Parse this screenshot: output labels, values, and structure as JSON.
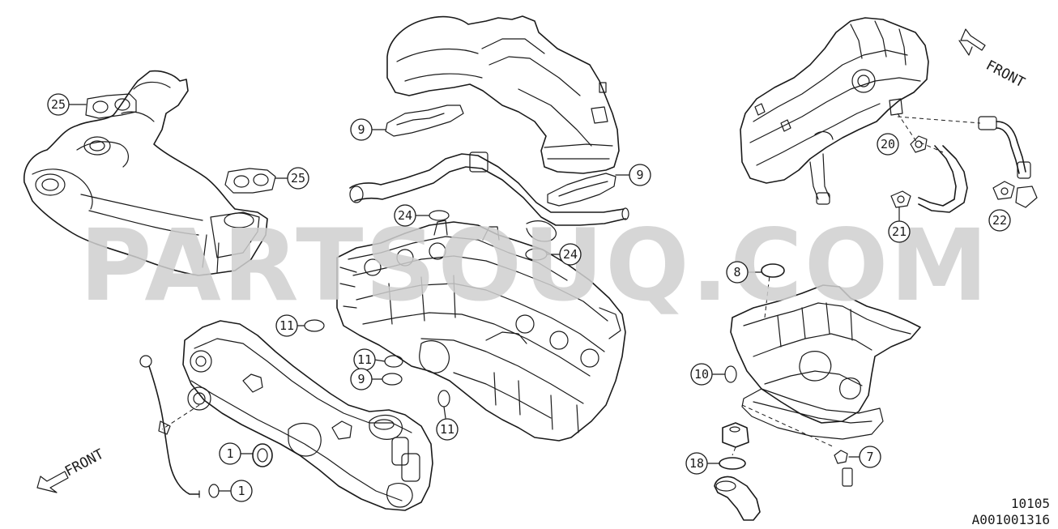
{
  "watermark": "PARTSOUQ.COM",
  "direction_labels": {
    "front_top_right": "FRONT",
    "front_bottom_left": "FRONT"
  },
  "callouts": [
    "25",
    "25",
    "9",
    "9",
    "24",
    "24",
    "11",
    "11",
    "11",
    "9",
    "1",
    "1",
    "8",
    "10",
    "7",
    "18",
    "20",
    "21",
    "22"
  ],
  "codes": {
    "group": "10105",
    "illustration": "A001001316"
  },
  "colors": {
    "line": "#1a1a1a",
    "watermark": "#cfcfcf",
    "background": "#ffffff"
  }
}
